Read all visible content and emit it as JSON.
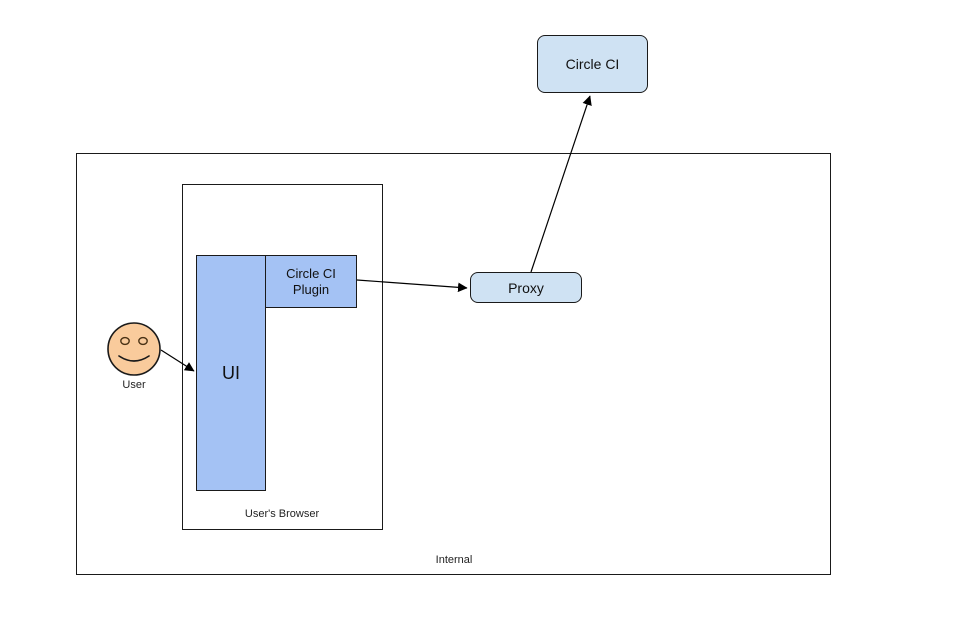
{
  "diagram": {
    "containers": {
      "internal": {
        "label": "Internal"
      },
      "browser": {
        "label": "User's Browser"
      }
    },
    "nodes": {
      "circle_ci": {
        "label": "Circle CI",
        "shape": "rounded-rect"
      },
      "proxy": {
        "label": "Proxy",
        "shape": "rounded-rect"
      },
      "plugin": {
        "label_line1": "Circle CI",
        "label_line2": "Plugin",
        "shape": "rect"
      },
      "ui": {
        "label": "UI",
        "shape": "rect"
      },
      "user": {
        "label": "User",
        "shape": "smiley-face"
      }
    },
    "edges": [
      {
        "from": "user",
        "to": "ui",
        "style": "arrow"
      },
      {
        "from": "plugin",
        "to": "proxy",
        "style": "arrow"
      },
      {
        "from": "proxy",
        "to": "circle_ci",
        "style": "arrow"
      }
    ],
    "colors": {
      "rounded_node_fill": "#cfe2f3",
      "rect_node_fill": "#a4c2f4",
      "face_fill": "#f9cb9c",
      "border": "#1a1a1a",
      "background": "#ffffff",
      "arrow": "#000000"
    }
  }
}
